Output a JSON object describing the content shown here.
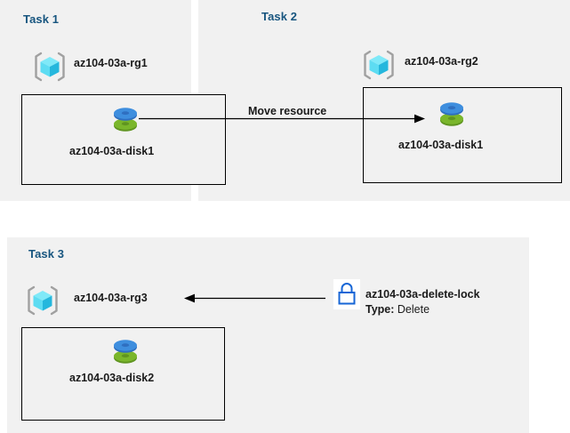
{
  "diagram": {
    "title": "Azure resource move and delete lock task diagram",
    "background": "#ffffff",
    "panel_background": "#f1f1f1",
    "task_label_color": "#17557f",
    "node_label_color": "#1a1a1a",
    "arrow_color": "#000000"
  },
  "panels": [
    {
      "id": "task1",
      "label": "Task 1"
    },
    {
      "id": "task2",
      "label": "Task 2"
    },
    {
      "id": "task3",
      "label": "Task 3"
    }
  ],
  "nodes": {
    "rg1": {
      "label": "az104-03a-rg1",
      "icon": "resource-group-icon"
    },
    "rg2": {
      "label": "az104-03a-rg2",
      "icon": "resource-group-icon"
    },
    "rg3": {
      "label": "az104-03a-rg3",
      "icon": "resource-group-icon"
    },
    "disk1_task1": {
      "label": "az104-03a-disk1",
      "icon": "managed-disk-icon"
    },
    "disk1_task2": {
      "label": "az104-03a-disk1",
      "icon": "managed-disk-icon"
    },
    "disk2_task3": {
      "label": "az104-03a-disk2",
      "icon": "managed-disk-icon"
    },
    "lock": {
      "label": "az104-03a-delete-lock",
      "icon": "lock-icon",
      "type_key": "Type:",
      "type_value": "Delete"
    }
  },
  "connectors": [
    {
      "id": "move-arrow",
      "label": "Move resource",
      "direction": "right"
    },
    {
      "id": "lock-arrow",
      "label": "",
      "direction": "left"
    }
  ],
  "colors": {
    "cube_light": "#6fe4f6",
    "cube_mid": "#46d4ef",
    "cube_dark": "#22b8d9",
    "bracket": "#a0a0a0",
    "disk_blue": "#3e8ede",
    "disk_blue_dark": "#2f6fc0",
    "disk_green": "#7ab62b",
    "disk_green_dark": "#5f9420",
    "lock_blue": "#1766d6"
  }
}
